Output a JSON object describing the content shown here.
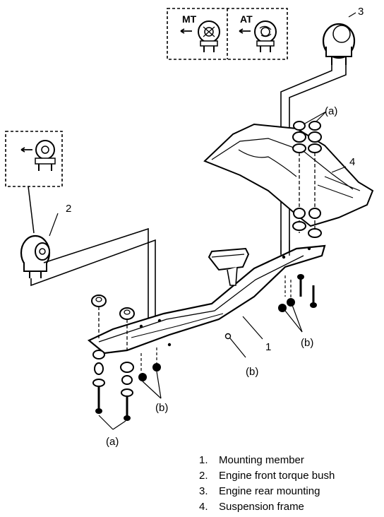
{
  "inset_labels": {
    "mt": "MT",
    "at": "AT"
  },
  "callouts": {
    "n1": "1",
    "n2": "2",
    "n3": "3",
    "n4": "4",
    "a_top": "(a)",
    "a_bottom": "(a)",
    "b_right": "(b)",
    "b_center": "(b)",
    "b_left": "(b)"
  },
  "legend": [
    {
      "num": "1.",
      "text": "Mounting member"
    },
    {
      "num": "2.",
      "text": "Engine front torque bush"
    },
    {
      "num": "3.",
      "text": "Engine rear mounting"
    },
    {
      "num": "4.",
      "text": "Suspension frame"
    }
  ]
}
